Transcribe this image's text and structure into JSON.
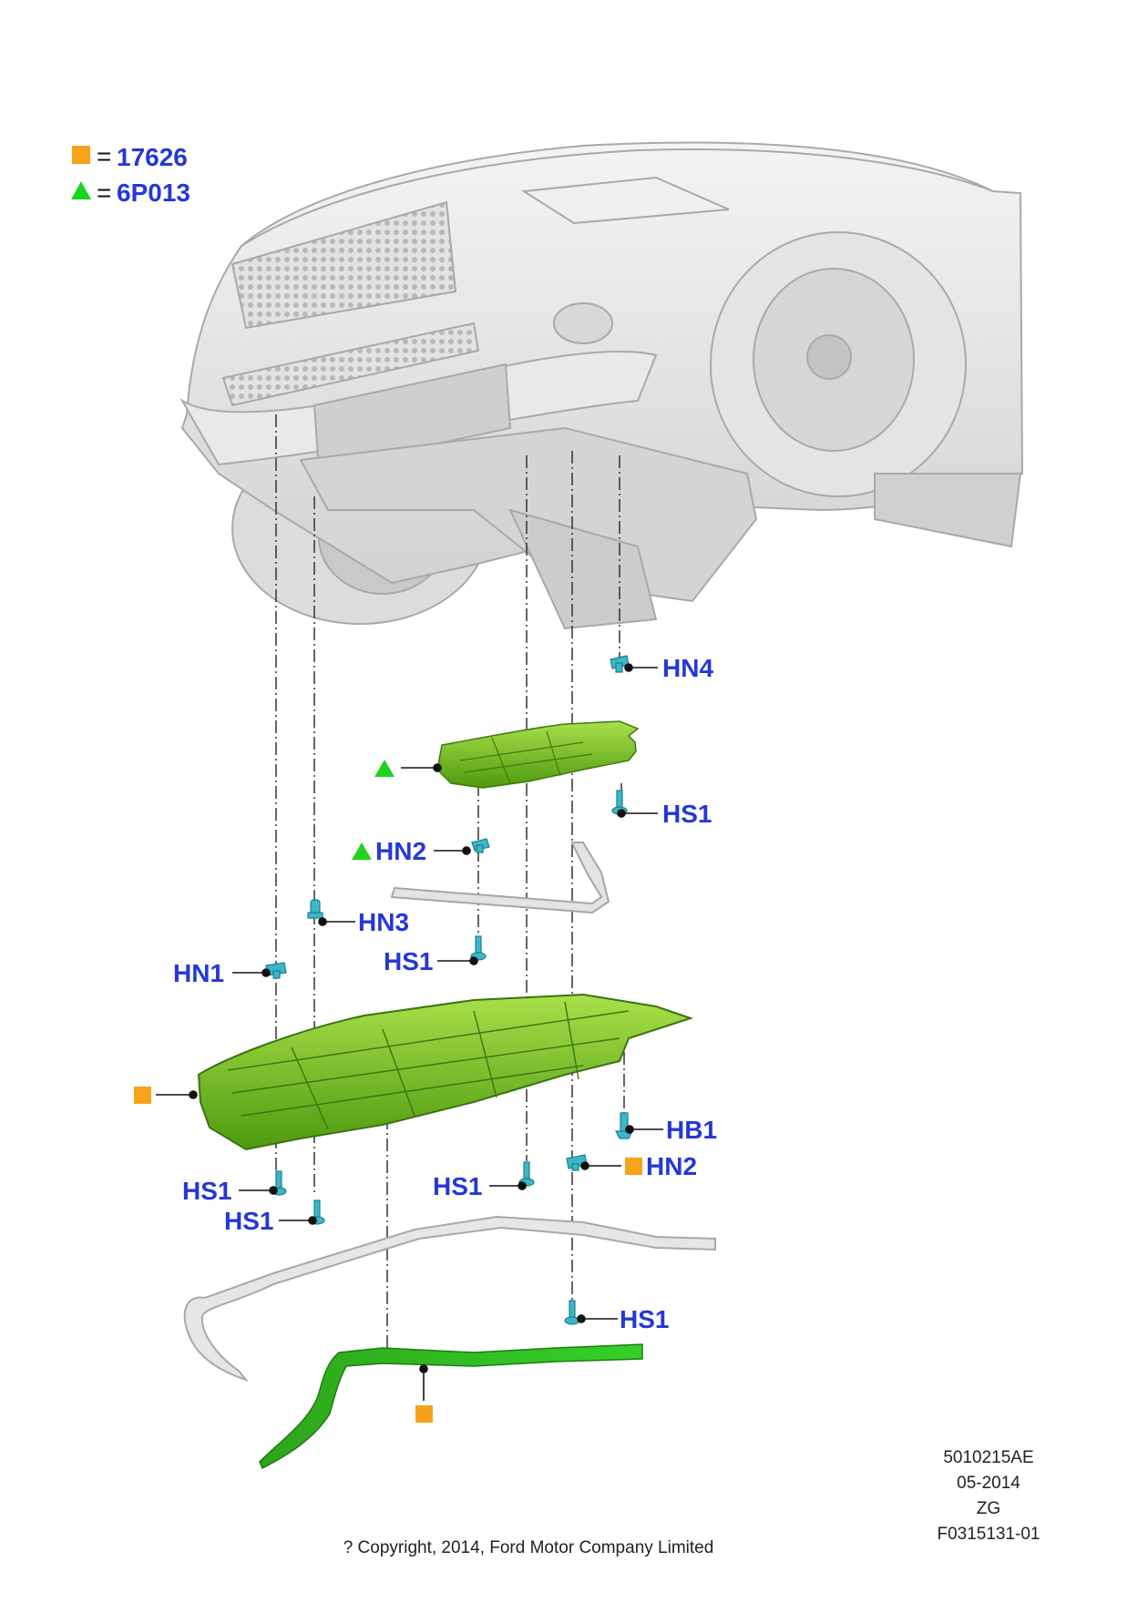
{
  "legend": {
    "square": {
      "code": "17626",
      "color": "#f7a21b"
    },
    "triangle": {
      "code": "6P013",
      "color": "#1ed31e"
    }
  },
  "callouts": {
    "hn4": "HN4",
    "hs1_upper": "HS1",
    "hn2_mid": "HN2",
    "hn3": "HN3",
    "hs1_mid": "HS1",
    "hn1": "HN1",
    "hb1": "HB1",
    "hn2_low": "HN2",
    "hs1_low_left_a": "HS1",
    "hs1_low_left_b": "HS1",
    "hs1_low_center": "HS1",
    "hs1_bottom": "HS1"
  },
  "footer": {
    "part_number": "5010215AE",
    "date": "05-2014",
    "zone": "ZG",
    "figure_id": "F0315131-01",
    "copyright": "? Copyright, 2014, Ford Motor Company Limited"
  },
  "colors": {
    "label_blue": "#2438d8",
    "part_green": "#5fb31a",
    "body_grey": "#e6e6e6",
    "fastener_cyan": "#3ab7c9"
  }
}
